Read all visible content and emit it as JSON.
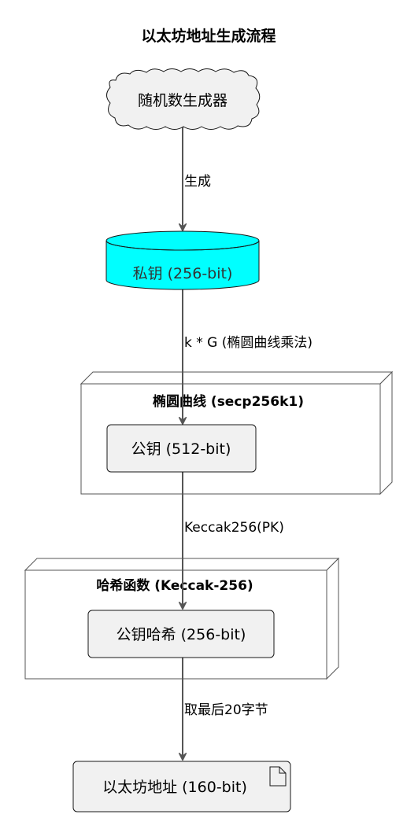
{
  "title": "以太坊地址生成流程",
  "nodes": {
    "rng": {
      "label": "随机数生成器",
      "shape": "cloud"
    },
    "private_key": {
      "label": "私钥 (256-bit)",
      "shape": "database",
      "fill": "#00FFFF"
    },
    "curve_group": {
      "label": "椭圆曲线 (secp256k1)",
      "shape": "node"
    },
    "public_key": {
      "label": "公钥 (512-bit)",
      "shape": "rectangle"
    },
    "hash_group": {
      "label": "哈希函数 (Keccak-256)",
      "shape": "node"
    },
    "public_key_hash": {
      "label": "公钥哈希 (256-bit)",
      "shape": "rectangle"
    },
    "address": {
      "label": "以太坊地址 (160-bit)",
      "shape": "file"
    }
  },
  "edges": [
    {
      "from": "rng",
      "to": "private_key",
      "label": "生成"
    },
    {
      "from": "private_key",
      "to": "public_key",
      "label": "k * G (椭圆曲线乘法)"
    },
    {
      "from": "public_key",
      "to": "public_key_hash",
      "label": "Keccak256(PK)"
    },
    {
      "from": "public_key_hash",
      "to": "address",
      "label": "取最后20字节"
    }
  ],
  "colors": {
    "box_fill": "#F1F1F1",
    "stroke": "#181818",
    "arrow": "#555555",
    "cylinder_fill": "#00FFFF"
  }
}
